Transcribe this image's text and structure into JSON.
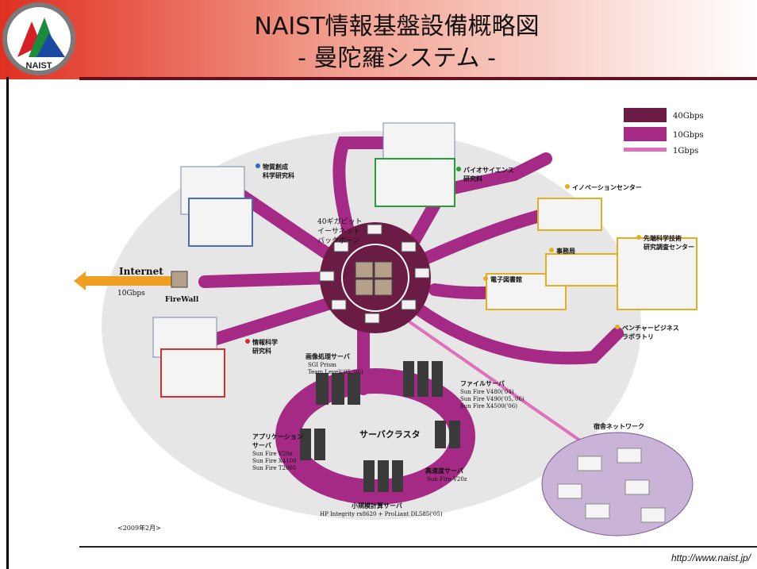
{
  "header": {
    "title_line1": "NAIST情報基盤設備概略図",
    "title_line2": "- 曼陀羅システム -",
    "logo_text": "NAIST"
  },
  "footer": {
    "url": "http://www.naist.jp/"
  },
  "legend": [
    {
      "label": "40Gbps",
      "color": "#6b1c44"
    },
    {
      "label": "10Gbps",
      "color": "#a42a86"
    },
    {
      "label": "1Gbps",
      "color": "#e070b8"
    }
  ],
  "diagram": {
    "backbone": [
      "40ギガビット",
      "イーサネット",
      "バックボーン"
    ],
    "internet": "Internet",
    "internet_speed": "10Gbps",
    "firewall": "FireWall",
    "materials": [
      "物質創成",
      "科学研究科"
    ],
    "bio": [
      "バイオサイエンス",
      "研究科"
    ],
    "innovation": "イノベーションセンター",
    "admin": "事務局",
    "advanced": [
      "先端科学技術",
      "研究調査センター"
    ],
    "library": "電子図書館",
    "venture": [
      "ベンチャービジネス",
      "ラボラトリ"
    ],
    "info": [
      "情報科学",
      "研究科"
    ],
    "image_server": [
      "画像処理サーバ",
      "SGI Prism",
      "Team Level('05,'06)"
    ],
    "file_server": [
      "ファイルサーバ",
      "Sun Fire V480('04)",
      "Sun Fire V490('05,'06)",
      "Sun Fire X4500('06)"
    ],
    "app_server": [
      "アプリケーション",
      "サーバ",
      "Sun Fire V20z",
      "Sun Fire X4100",
      "Sun Fire T2000"
    ],
    "server_cluster": "サーバクラスタ",
    "hs_server": [
      "高速度サーバ",
      "Sun Fire V20z"
    ],
    "small_calc": [
      "小規模計算サーバ",
      "HP Integrity rx8620 + ProLiant DL585('05)"
    ],
    "dorm": "宿舎ネットワーク",
    "date": "<2009年2月>"
  }
}
